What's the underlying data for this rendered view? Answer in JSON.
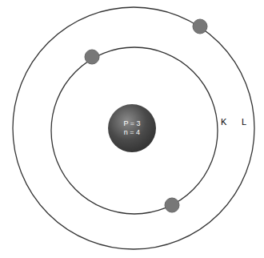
{
  "diagram": {
    "nodes": [
      {
        "text": [
          "P = 3",
          "n = 4"
        ]
      }
    ],
    "labels": [
      "K",
      "L"
    ]
  }
}
